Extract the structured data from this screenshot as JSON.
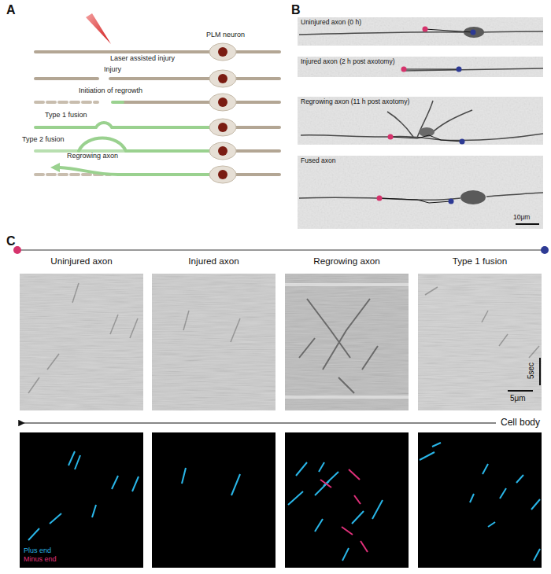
{
  "diagram": {
    "nodes": [
      {
        "text": [
          "Uninjured axon (0 h)"
        ]
      },
      {
        "text": [
          "Injured axon (2 h post axotomy)"
        ]
      },
      {
        "text": [
          "Regrowing axon (11 h post axotomy)"
        ]
      },
      {
        "text": [
          "Fused axon"
        ]
      },
      {
        "text": [
          "Uninjured axon"
        ]
      },
      {
        "text": [
          "Injured axon"
        ]
      },
      {
        "text": [
          "Regrowing axon"
        ]
      },
      {
        "text": [
          "Type 1 fusion"
        ]
      }
    ],
    "labels": [
      "A",
      "Laser assisted injury",
      "PLM neuron",
      "Injury",
      "Initiation of regrowth",
      "Type 1 fusion",
      "Type 2 fusion",
      "Regrowing axon",
      "B",
      "10μm",
      "C",
      "5sec",
      "5μm",
      "Cell body",
      "Plus end",
      "Minus end"
    ]
  }
}
